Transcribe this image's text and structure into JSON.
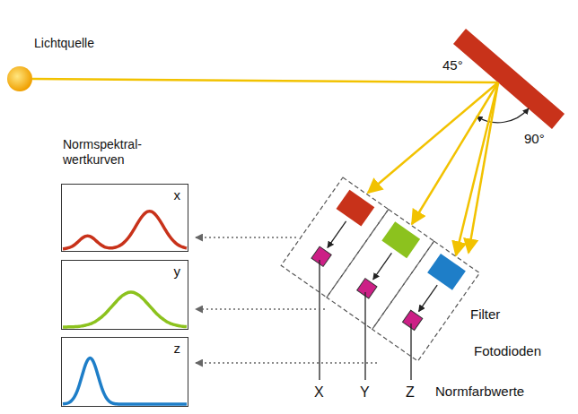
{
  "diagram": {
    "nodes": [
      {
        "text": [
          "x"
        ]
      },
      {
        "text": [
          "y"
        ]
      },
      {
        "text": [
          "z"
        ]
      }
    ],
    "labels": [
      "Lichtquelle",
      "45°",
      "90°",
      "Normspektral- wertkurven",
      "Filter",
      "Fotodioden",
      "X",
      "Y",
      "Z",
      "Normfarbwerte"
    ]
  }
}
